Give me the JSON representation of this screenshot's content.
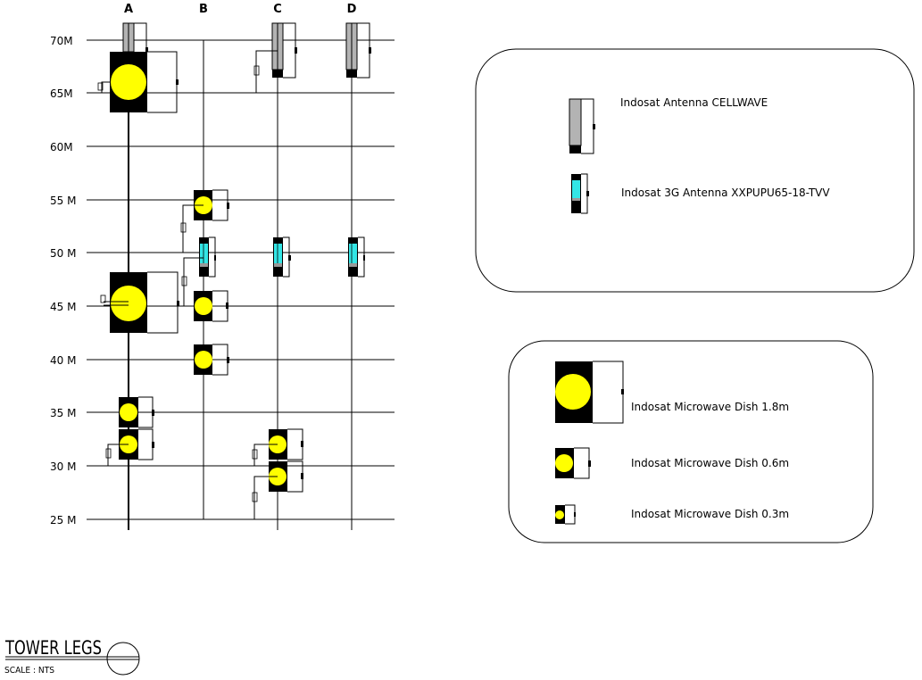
{
  "columns": [
    "A",
    "B",
    "C",
    "D"
  ],
  "levels": [
    "70M",
    "65M",
    "60M",
    "55 M",
    "50 M",
    "45 M",
    "40 M",
    "35 M",
    "30 M",
    "25 M"
  ],
  "colors": {
    "dish_fill": "#ffff00",
    "dish_body": "#000000",
    "antenna_gray": "#b3b3b3",
    "antenna_3g": "#33e6e6",
    "line": "#000000"
  },
  "equipment": [
    {
      "type": "cellwave",
      "leg": "A",
      "height_m": 70
    },
    {
      "type": "dish_1.8m",
      "leg": "A",
      "height_m": 65
    },
    {
      "type": "cellwave",
      "leg": "C",
      "height_m": 69
    },
    {
      "type": "cellwave",
      "leg": "D",
      "height_m": 69
    },
    {
      "type": "dish_0.6m",
      "leg": "B",
      "height_m": 54.5
    },
    {
      "type": "3g_antenna",
      "leg": "B",
      "height_m": 50
    },
    {
      "type": "3g_antenna",
      "leg": "C",
      "height_m": 50
    },
    {
      "type": "3g_antenna",
      "leg": "D",
      "height_m": 50
    },
    {
      "type": "dish_1.8m",
      "leg": "A",
      "height_m": 45
    },
    {
      "type": "dish_0.6m",
      "leg": "B",
      "height_m": 45
    },
    {
      "type": "dish_0.6m",
      "leg": "B",
      "height_m": 40
    },
    {
      "type": "dish_0.6m",
      "leg": "A",
      "height_m": 35
    },
    {
      "type": "dish_0.6m",
      "leg": "A",
      "height_m": 32
    },
    {
      "type": "dish_0.6m",
      "leg": "C",
      "height_m": 32
    },
    {
      "type": "dish_0.6m",
      "leg": "C",
      "height_m": 29
    }
  ],
  "legend_antennas": {
    "items": [
      {
        "icon": "cellwave-antenna-icon",
        "label": "Indosat Antenna CELLWAVE"
      },
      {
        "icon": "3g-antenna-icon",
        "label": "Indosat 3G Antenna XXPUPU65-18-TVV"
      }
    ]
  },
  "legend_dishes": {
    "items": [
      {
        "icon": "microwave-dish-large-icon",
        "label": "Indosat Microwave Dish 1.8m"
      },
      {
        "icon": "microwave-dish-medium-icon",
        "label": "Indosat Microwave Dish 0.6m"
      },
      {
        "icon": "microwave-dish-small-icon",
        "label": "Indosat Microwave Dish 0.3m"
      }
    ]
  },
  "title_block": {
    "title": "TOWER LEGS",
    "scale": "SCALE : NTS"
  }
}
